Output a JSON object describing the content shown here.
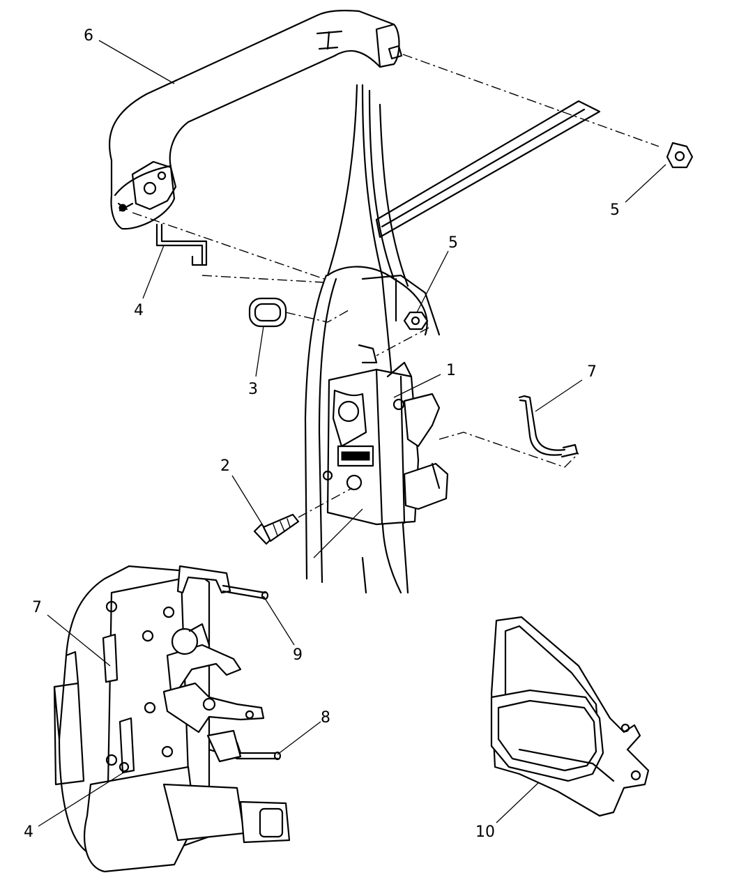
{
  "callouts": [
    {
      "id": "c6",
      "text": "6"
    },
    {
      "id": "c5a",
      "text": "5"
    },
    {
      "id": "c5b",
      "text": "5"
    },
    {
      "id": "c4a",
      "text": "4"
    },
    {
      "id": "c3",
      "text": "3"
    },
    {
      "id": "c1",
      "text": "1"
    },
    {
      "id": "c7a",
      "text": "7"
    },
    {
      "id": "c2",
      "text": "2"
    },
    {
      "id": "c7b",
      "text": "7"
    },
    {
      "id": "c9",
      "text": "9"
    },
    {
      "id": "c8",
      "text": "8"
    },
    {
      "id": "c4b",
      "text": "4"
    },
    {
      "id": "c10",
      "text": "10"
    }
  ]
}
